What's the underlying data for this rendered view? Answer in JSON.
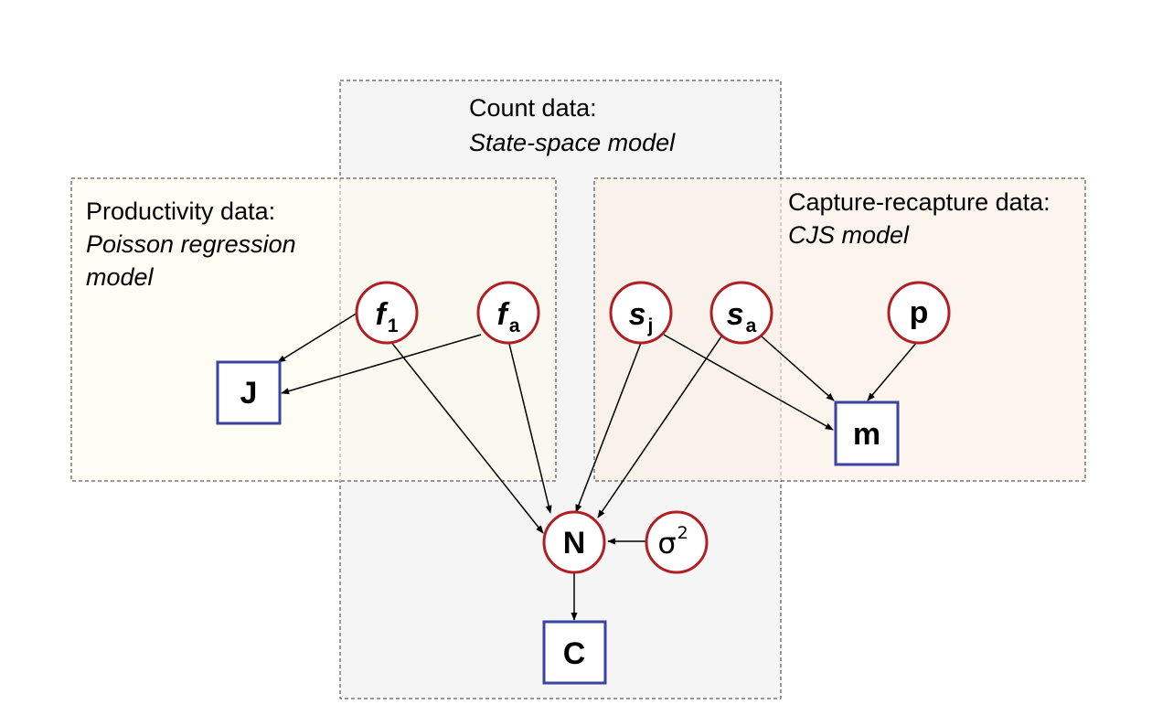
{
  "panels": {
    "count": {
      "title": "Count data:",
      "subtitle": "State-space model",
      "fill": "#f5f5f5"
    },
    "productivity": {
      "title": "Productivity data:",
      "subtitle_line1": "Poisson regression",
      "subtitle_line2": "model",
      "fill": "#fcfbea"
    },
    "capture": {
      "title": "Capture-recapture data:",
      "subtitle": "CJS model",
      "fill": "#f9f0e4"
    }
  },
  "nodes": {
    "f1": {
      "main": "f",
      "sub": "1"
    },
    "fa": {
      "main": "f",
      "sub": "a"
    },
    "sj": {
      "main": "s",
      "sub": "j"
    },
    "sa": {
      "main": "s",
      "sub": "a"
    },
    "p": {
      "main": "p"
    },
    "N": {
      "main": "N"
    },
    "sigma": {
      "main": "σ",
      "sup": "2"
    },
    "J": {
      "main": "J"
    },
    "m": {
      "main": "m"
    },
    "C": {
      "main": "C"
    }
  },
  "edges": [
    [
      "f1",
      "J"
    ],
    [
      "fa",
      "J"
    ],
    [
      "f1",
      "N"
    ],
    [
      "fa",
      "N"
    ],
    [
      "sj",
      "N"
    ],
    [
      "sa",
      "N"
    ],
    [
      "sj",
      "m"
    ],
    [
      "sa",
      "m"
    ],
    [
      "p",
      "m"
    ],
    [
      "sigma",
      "N"
    ],
    [
      "N",
      "C"
    ]
  ],
  "colors": {
    "parameter_node": "#b11e23",
    "data_node": "#3b43a0"
  }
}
